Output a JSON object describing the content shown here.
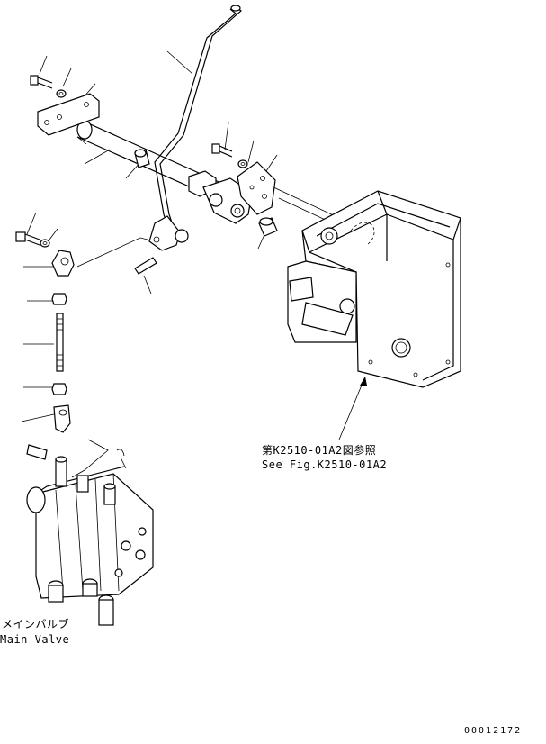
{
  "reference": {
    "japanese": "第K2510-01A2図参照",
    "english": "See Fig.K2510-01A2"
  },
  "main_valve": {
    "japanese": "メインバルブ",
    "english": "Main Valve"
  },
  "figure_code": "00012172"
}
